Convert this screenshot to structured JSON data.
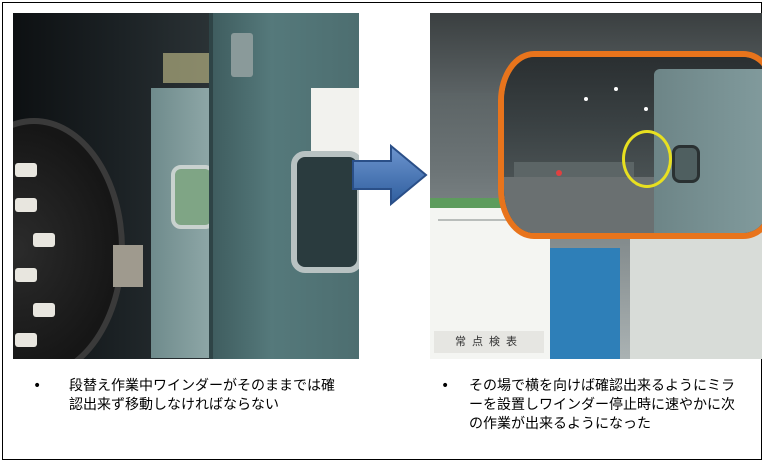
{
  "slide": {
    "left_photo": {
      "description_label": ""
    },
    "right_photo": {
      "board_label": "常点検表"
    },
    "bullet_symbol": "•",
    "left_caption": "段替え作業中ワインダーがそのままでは確認出来ず移動しなければならない",
    "right_caption": "その場で横を向けば確認出来るようにミラーを設置しワインダー停止時に速やかに次の作業が出来るようになった",
    "colors": {
      "arrow_fill": "#3f6fb0",
      "mirror_frame": "#e8741c",
      "highlight_circle": "#e8e020",
      "frame_border": "#000000"
    }
  }
}
